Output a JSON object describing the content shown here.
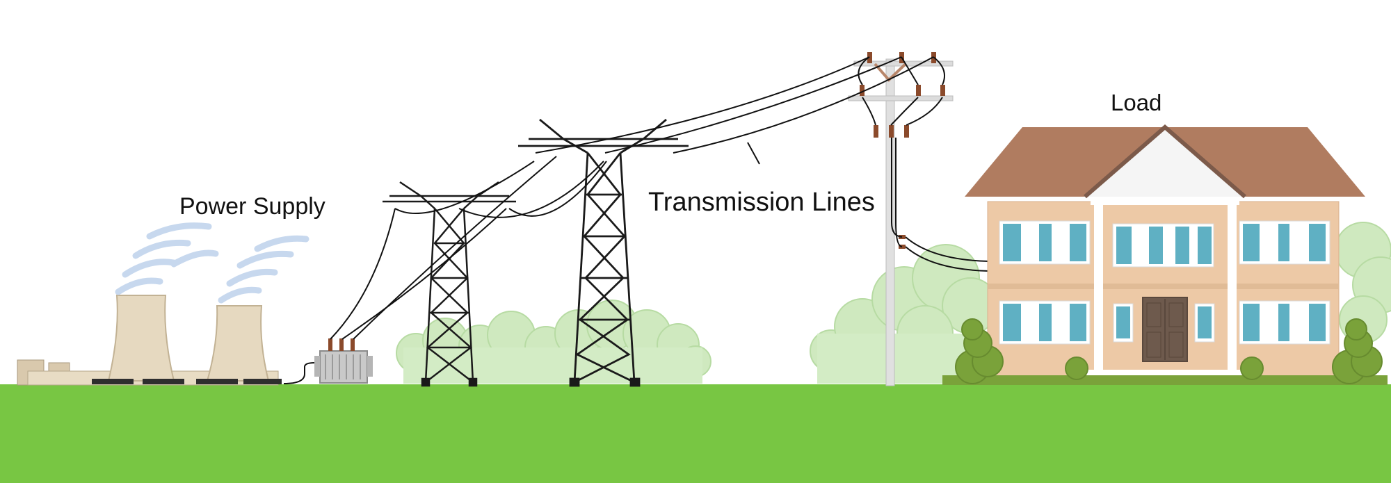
{
  "labels": {
    "power_supply": "Power Supply",
    "transmission_lines": "Transmission Lines",
    "load": "Load"
  },
  "colors": {
    "sky": "#ffffff",
    "ground": "#78c643",
    "tower": "#1a1a1a",
    "wire": "#111111",
    "insulator": "#8b4a2b",
    "cooling_tower": "#e6d9c0",
    "steam": "#c7d8ee",
    "tree": "#c6e6b3",
    "shrub": "#7aa23a",
    "roof": "#b07c60",
    "wall": "#edc9a6",
    "window_glass": "#5fb0c3",
    "door": "#6e5a4d"
  },
  "icons": {
    "plant": "power-plant-icon",
    "transformer": "transformer-icon",
    "tower": "transmission-tower-icon",
    "pole": "utility-pole-icon",
    "house": "house-icon"
  }
}
